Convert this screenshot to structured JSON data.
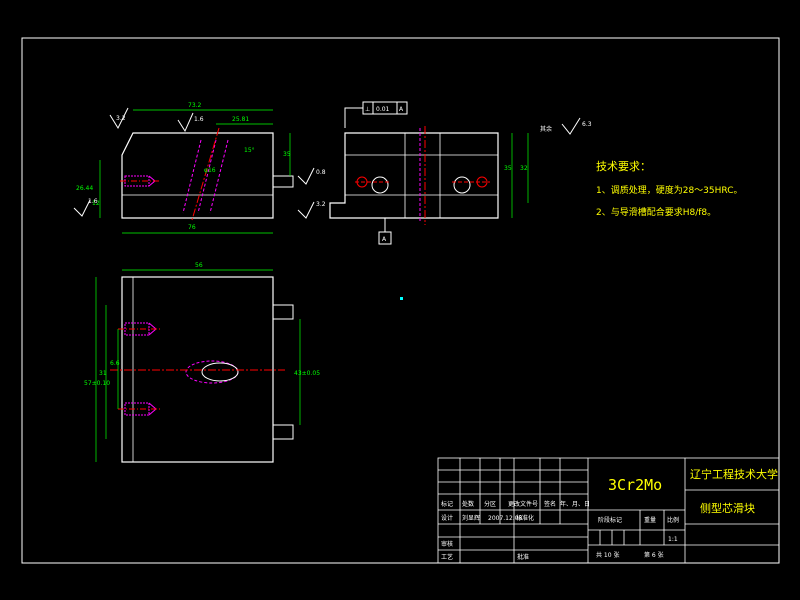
{
  "drawing": {
    "technical_requirements": {
      "title": "技术要求：",
      "items": [
        "1、调质处理，硬度为28～35HRC。",
        "2、与导滑槽配合要求H8/f8。"
      ]
    },
    "dimensions": {
      "top_length": "73.2",
      "top_inner": "25.81",
      "angle": "15°",
      "bottom_length": "76",
      "left_height": "26.44",
      "left_small": "12",
      "right_height": "35",
      "right_height2": "32",
      "plan_width": "56",
      "plan_height": "57±0.10",
      "plan_inner": "31",
      "plan_small": "6.6",
      "plan_right": "43±0.05",
      "dia": "φ16",
      "tol_box_1": "⊥",
      "tol_box_2": "0.01",
      "tol_box_3": "A",
      "datum": "A",
      "roughness": [
        "3.2",
        "1.6",
        "1.6",
        "0.8",
        "3.2",
        "6.3"
      ],
      "rest_label": "其余",
      "rest_value": "6.3"
    },
    "title_block": {
      "material": "3Cr2Mo",
      "university": "辽宁工程技术大学",
      "part_name": "侧型芯滑块",
      "scale": "1:1",
      "labels": [
        "标记",
        "处数",
        "分区",
        "更改文件号",
        "签名",
        "年、月、日"
      ],
      "labels2": [
        "设计",
        "刘显辉",
        "2007.12.08",
        "标准化"
      ],
      "labels3": [
        "阶段标记",
        "重量",
        "比例"
      ],
      "labels4": [
        "审核",
        "工艺",
        "批准"
      ],
      "sheets": "共 10 张",
      "sheet_no": "第 6 张"
    }
  },
  "colors": {
    "outline": "#ffffff",
    "dimension": "#00ff00",
    "hidden": "#ff00ff",
    "center": "#ff0000",
    "text": "#ffff00"
  }
}
